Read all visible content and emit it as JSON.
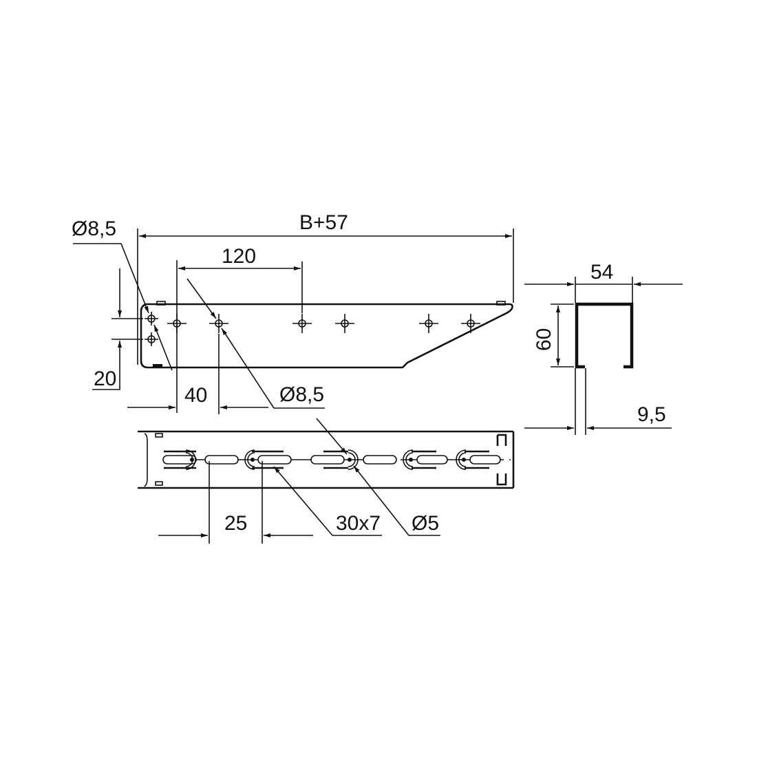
{
  "drawing": {
    "title": "Cable tray support bracket",
    "background": "#ffffff",
    "line_color": "#111111"
  },
  "dimensions": {
    "overall_length": "B+57",
    "hole_pitch_120": "120",
    "hole_pitch_40": "40",
    "vertical_pitch_20": "20",
    "hole_diameter_left": "Ø8,5",
    "hole_diameter_center": "Ø8,5",
    "profile_width": "54",
    "profile_height": "60",
    "profile_lip": "9,5",
    "slot_pitch": "25",
    "slot_size": "30x7",
    "small_hole_diameter": "Ø5"
  },
  "views": [
    {
      "name": "side-view",
      "holes": 8
    },
    {
      "name": "end-profile-view"
    },
    {
      "name": "top-view",
      "slot_groups": 6
    }
  ]
}
